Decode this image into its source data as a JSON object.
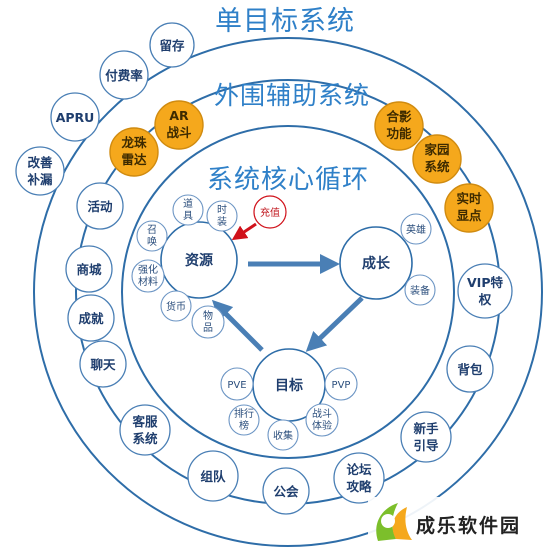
{
  "titles": {
    "outer": "单目标系统",
    "middle": "外围辅助系统",
    "core": "系统核心循环"
  },
  "outer_nodes": {
    "retention": "留存",
    "paid_rate": "付费率",
    "arpu": "APRU",
    "improve_1": "改善",
    "improve_2": "补漏",
    "activity": "活动",
    "mall": "商城",
    "achievement": "成就",
    "chat": "聊天",
    "support_1": "客服",
    "support_2": "系统",
    "team": "组队",
    "guild": "公会",
    "forum_1": "论坛",
    "forum_2": "攻略",
    "newbie_1": "新手",
    "newbie_2": "引导",
    "bag": "背包",
    "vip_1": "VIP特",
    "vip_2": "权"
  },
  "gold_nodes": {
    "ar_1": "AR",
    "ar_2": "战斗",
    "radar_1": "龙珠",
    "radar_2": "雷达",
    "photo_1": "合影",
    "photo_2": "功能",
    "home_1": "家园",
    "home_2": "系统",
    "live_1": "实时",
    "live_2": "显点"
  },
  "core_nodes": {
    "resource": "资源",
    "growth": "成长",
    "goal": "目标"
  },
  "resource_sub": {
    "props_1": "道",
    "props_2": "具",
    "fashion_1": "时",
    "fashion_2": "装",
    "recharge": "充值",
    "summon_1": "召",
    "summon_2": "唤",
    "material_1": "强化",
    "material_2": "材料",
    "currency": "货币",
    "item_1": "物",
    "item_2": "品"
  },
  "growth_sub": {
    "hero": "英雄",
    "equip": "装备"
  },
  "goal_sub": {
    "pve": "PVE",
    "pvp": "PVP",
    "rank_1": "排行",
    "rank_2": "榜",
    "collect": "收集",
    "battle_1": "战斗",
    "battle_2": "体验"
  },
  "watermark": {
    "text": "成乐软件园"
  },
  "colors": {
    "ring": "#2e6da8",
    "title": "#2f80c8",
    "gold": "#f5a81c",
    "arrow": "#4a7fb5",
    "recharge_arrow": "#d0121b"
  }
}
